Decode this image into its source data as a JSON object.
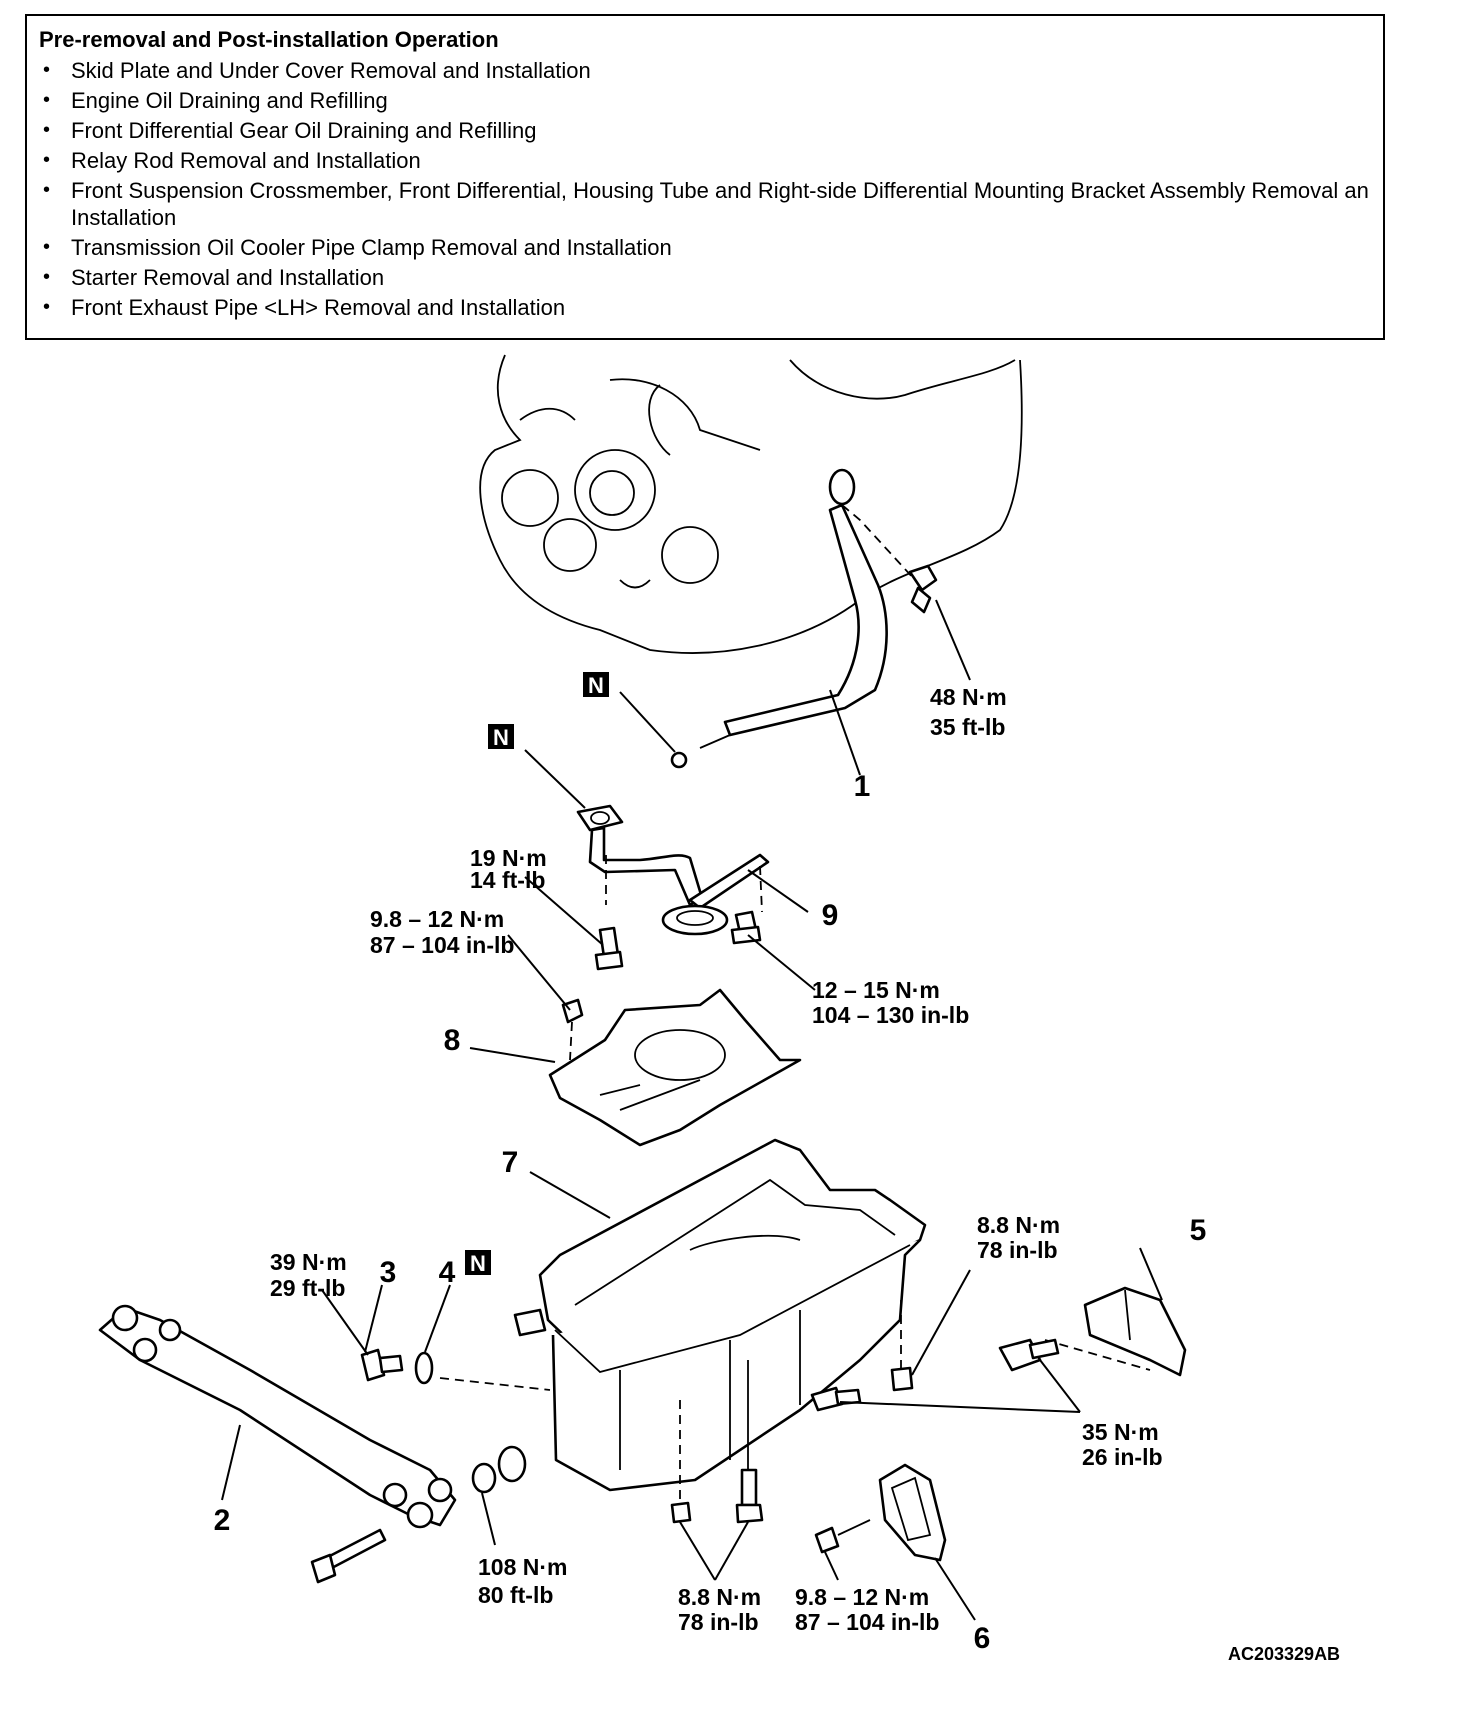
{
  "operations": {
    "title": "Pre-removal and Post-installation Operation",
    "items": [
      "Skid Plate and Under Cover Removal and Installation",
      "Engine Oil Draining and Refilling",
      "Front Differential Gear Oil Draining and Refilling",
      "Relay Rod Removal and Installation",
      "Front Suspension Crossmember, Front Differential, Housing Tube and Right-side Differential Mounting Bracket Assembly Removal an Installation",
      "Transmission Oil Cooler Pipe Clamp Removal and Installation",
      "Starter Removal and Installation",
      "Front Exhaust Pipe <LH> Removal and Installation"
    ]
  },
  "diagram": {
    "part_numbers": [
      "1",
      "2",
      "3",
      "4",
      "5",
      "6",
      "7",
      "8",
      "9"
    ],
    "new_part_mark": "N",
    "torques": [
      {
        "nm": "48 N·m",
        "imperial": "35 ft-lb"
      },
      {
        "nm": "19 N·m",
        "imperial": "14 ft-lb"
      },
      {
        "nm": "9.8 – 12 N·m",
        "imperial": "87 – 104 in-lb"
      },
      {
        "nm": "12 – 15 N·m",
        "imperial": "104 – 130 in-lb"
      },
      {
        "nm": "39 N·m",
        "imperial": "29 ft-lb"
      },
      {
        "nm": "8.8 N·m",
        "imperial": "78 in-lb"
      },
      {
        "nm": "35 N·m",
        "imperial": "26 in-lb"
      },
      {
        "nm": "108 N·m",
        "imperial": "80 ft-lb"
      },
      {
        "nm": "8.8 N·m",
        "imperial": "78 in-lb"
      },
      {
        "nm": "9.8 – 12 N·m",
        "imperial": "87 – 104 in-lb"
      }
    ],
    "figure_code": "AC203329AB"
  }
}
